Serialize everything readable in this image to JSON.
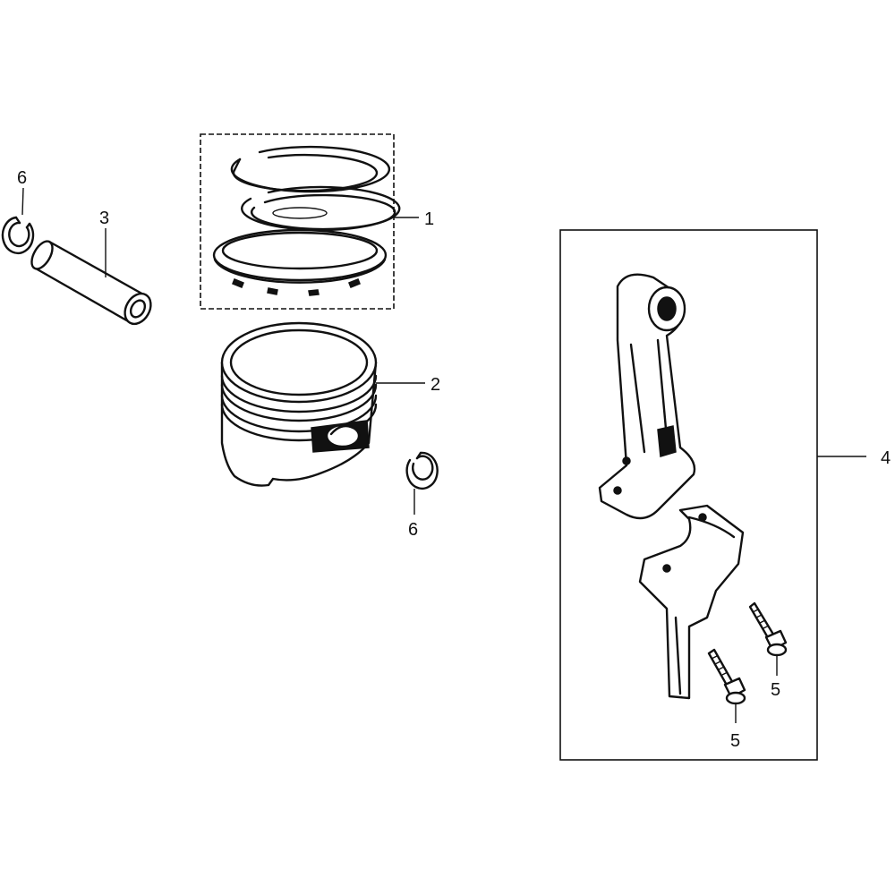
{
  "callouts": {
    "c1": "1",
    "c2": "2",
    "c3": "3",
    "c4": "4",
    "c5a": "5",
    "c5b": "5",
    "c6a": "6",
    "c6b": "6"
  }
}
